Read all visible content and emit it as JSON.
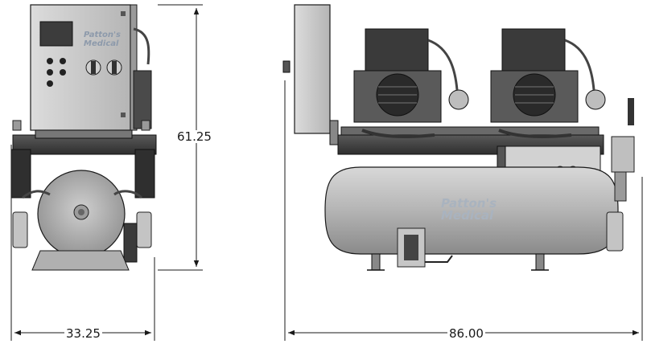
{
  "dimensions": {
    "height": "61.25",
    "width_side": "33.25",
    "length": "86.00"
  },
  "brand": {
    "panel_logo_line1": "Patton's",
    "panel_logo_line2": "Medical",
    "tank_logo_line1": "Patton's",
    "tank_logo_line2": "Medical"
  },
  "colors": {
    "steel": "#c9c9c9",
    "dark_steel": "#3a3a3a",
    "line": "#1a1a1a",
    "logo_blue": "#b9c3cf"
  }
}
